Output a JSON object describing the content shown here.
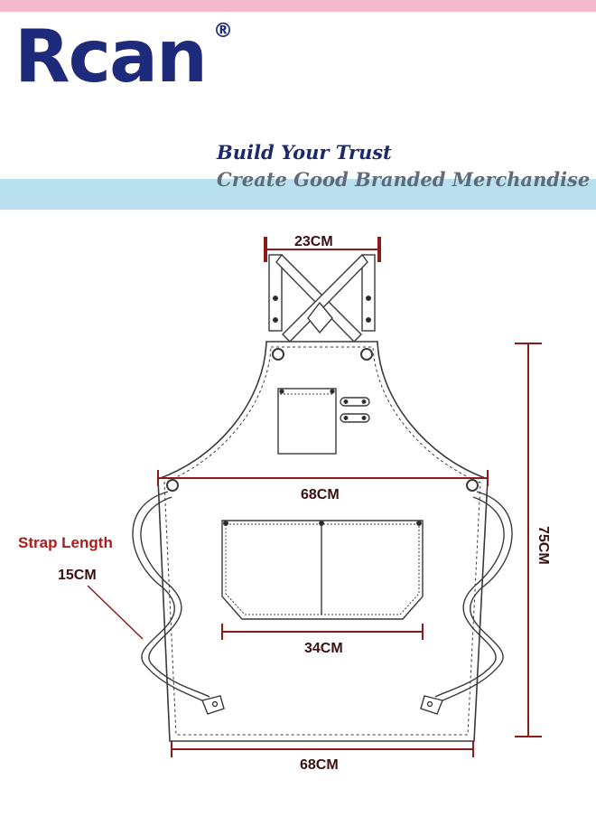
{
  "brand": {
    "name": "Rcan",
    "registered": "®",
    "color": "#1e2a7a"
  },
  "tagline": {
    "line1": "Build Your Trust",
    "line2": "Create Good Branded Merchandise"
  },
  "colors": {
    "dimension_line": "#8b1a1a",
    "outline": "#3a3a3a",
    "top_band": "#f3b8cc",
    "blue_band": "#b9e0ee"
  },
  "dimensions": {
    "neck_width": "23CM",
    "chest_width": "68CM",
    "pocket_width": "34CM",
    "bottom_width": "68CM",
    "length": "75CM"
  },
  "strap": {
    "label": "Strap Length",
    "value": "15CM"
  }
}
